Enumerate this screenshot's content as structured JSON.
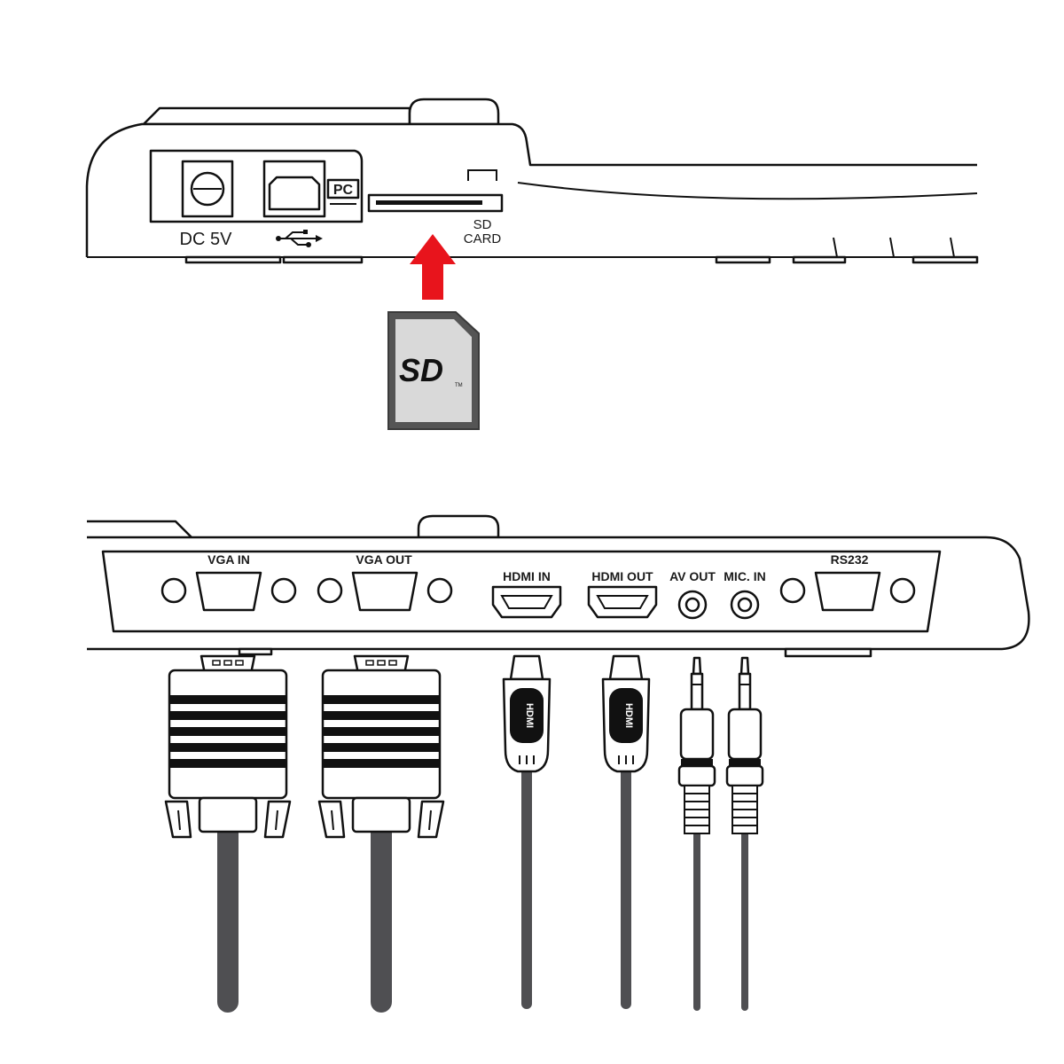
{
  "top_panel": {
    "dc_label": "DC  5V",
    "pc_label": "PC",
    "sd_label_line1": "SD",
    "sd_label_line2": "CARD",
    "usb_icon": "usb-icon"
  },
  "sd_card": {
    "logo": "SD",
    "tm": "TM"
  },
  "arrow": {
    "color": "#e8141c"
  },
  "bottom_panel": {
    "ports": [
      "VGA  IN",
      "VGA  OUT",
      "HDMI  IN",
      "HDMI OUT",
      "AV OUT",
      "MIC. IN",
      "RS232"
    ]
  },
  "connectors": {
    "hdmi_text": "HDMI"
  },
  "colors": {
    "cable": "#4f4f52",
    "card_face": "#d9d9d9",
    "card_border": "#555"
  }
}
